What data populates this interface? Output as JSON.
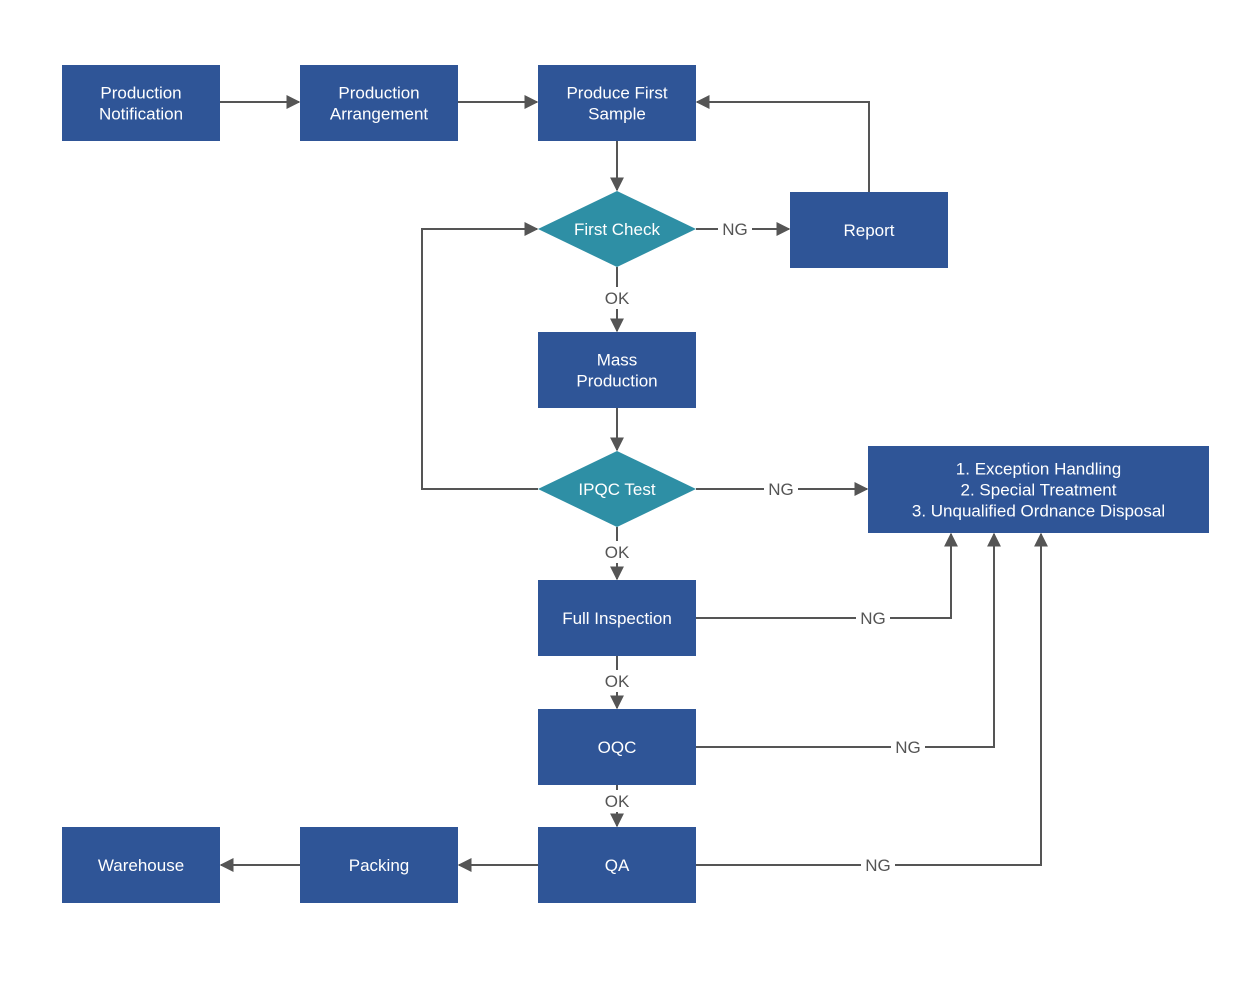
{
  "colors": {
    "box": "#2f5597",
    "decision": "#2e8fa5",
    "edge": "#555555",
    "text": "#ffffff",
    "edge_label": "#555555"
  },
  "nodes": {
    "production_notification": {
      "shape": "rect",
      "lines": [
        "Production",
        "Notification"
      ]
    },
    "production_arrangement": {
      "shape": "rect",
      "lines": [
        "Production",
        "Arrangement"
      ]
    },
    "produce_first_sample": {
      "shape": "rect",
      "lines": [
        "Produce First",
        "Sample"
      ]
    },
    "first_check": {
      "shape": "diamond",
      "lines": [
        "First Check"
      ]
    },
    "report": {
      "shape": "rect",
      "lines": [
        "Report"
      ]
    },
    "mass_production": {
      "shape": "rect",
      "lines": [
        "Mass",
        "Production"
      ]
    },
    "ipqc_test": {
      "shape": "diamond",
      "lines": [
        "IPQC Test"
      ]
    },
    "exception_box": {
      "shape": "rect",
      "lines": [
        "1. Exception Handling",
        "2. Special Treatment",
        "3. Unqualified Ordnance Disposal"
      ]
    },
    "full_inspection": {
      "shape": "rect",
      "lines": [
        "Full Inspection"
      ]
    },
    "oqc": {
      "shape": "rect",
      "lines": [
        "OQC"
      ]
    },
    "qa": {
      "shape": "rect",
      "lines": [
        "QA"
      ]
    },
    "packing": {
      "shape": "rect",
      "lines": [
        "Packing"
      ]
    },
    "warehouse": {
      "shape": "rect",
      "lines": [
        "Warehouse"
      ]
    }
  },
  "edges": [
    {
      "id": "notification-to-arrangement",
      "from": "production_notification",
      "to": "production_arrangement",
      "label": ""
    },
    {
      "id": "arrangement-to-first-sample",
      "from": "production_arrangement",
      "to": "produce_first_sample",
      "label": ""
    },
    {
      "id": "first-sample-to-first-check",
      "from": "produce_first_sample",
      "to": "first_check",
      "label": ""
    },
    {
      "id": "first-check-to-report",
      "from": "first_check",
      "to": "report",
      "label": "NG"
    },
    {
      "id": "report-to-first-sample",
      "from": "report",
      "to": "produce_first_sample",
      "label": ""
    },
    {
      "id": "first-check-to-mass-production",
      "from": "first_check",
      "to": "mass_production",
      "label": "OK"
    },
    {
      "id": "mass-production-to-ipqc",
      "from": "mass_production",
      "to": "ipqc_test",
      "label": ""
    },
    {
      "id": "ipqc-to-first-check",
      "from": "ipqc_test",
      "to": "first_check",
      "label": ""
    },
    {
      "id": "ipqc-to-exception",
      "from": "ipqc_test",
      "to": "exception_box",
      "label": "NG"
    },
    {
      "id": "ipqc-to-full-inspection",
      "from": "ipqc_test",
      "to": "full_inspection",
      "label": "OK"
    },
    {
      "id": "full-inspection-to-exception",
      "from": "full_inspection",
      "to": "exception_box",
      "label": "NG"
    },
    {
      "id": "full-inspection-to-oqc",
      "from": "full_inspection",
      "to": "oqc",
      "label": "OK"
    },
    {
      "id": "oqc-to-exception",
      "from": "oqc",
      "to": "exception_box",
      "label": "NG"
    },
    {
      "id": "oqc-to-qa",
      "from": "oqc",
      "to": "qa",
      "label": "OK"
    },
    {
      "id": "qa-to-exception",
      "from": "qa",
      "to": "exception_box",
      "label": "NG"
    },
    {
      "id": "qa-to-packing",
      "from": "qa",
      "to": "packing",
      "label": ""
    },
    {
      "id": "packing-to-warehouse",
      "from": "packing",
      "to": "warehouse",
      "label": ""
    }
  ]
}
